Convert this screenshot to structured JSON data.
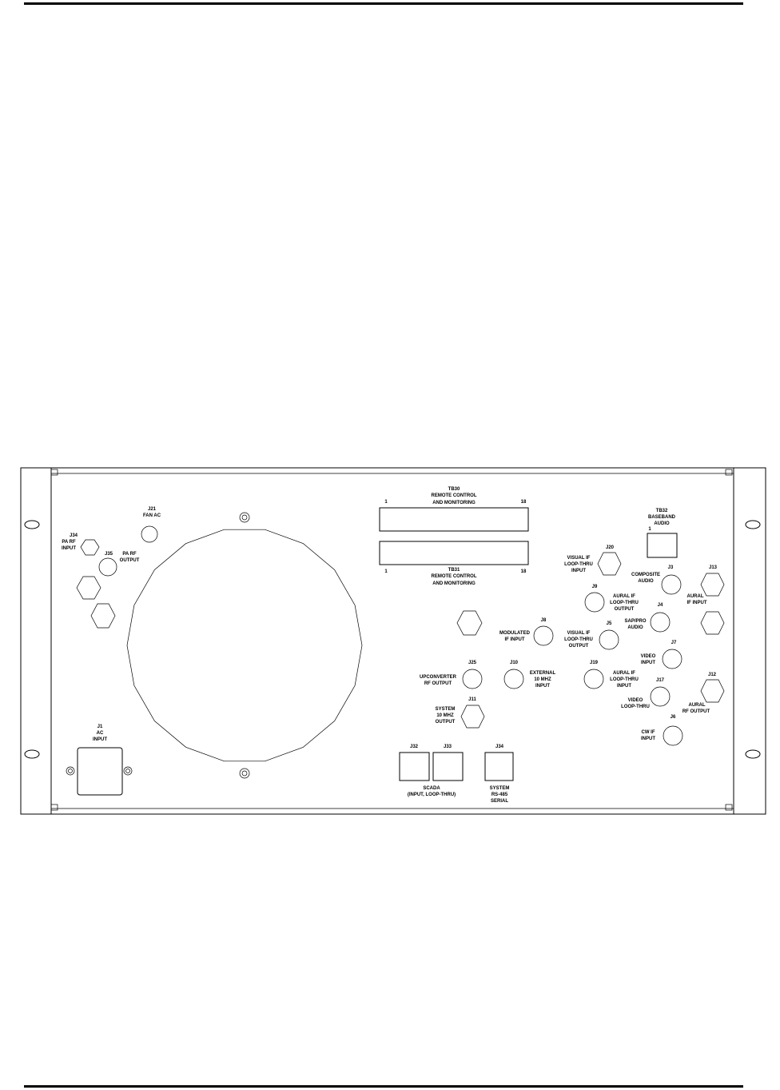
{
  "labels": {
    "tb30_title": "TB30",
    "tb30_sub1": "REMOTE CONTROL",
    "tb30_sub2": "AND MONITORING",
    "tb30_pin_left": "1",
    "tb30_pin_right": "18",
    "tb31_title": "TB31",
    "tb31_sub1": "REMOTE CONTROL",
    "tb31_sub2": "AND MONITORING",
    "tb31_pin_left": "1",
    "tb31_pin_right": "18",
    "tb32_title": "TB32",
    "tb32_sub1": "BASEBAND",
    "tb32_sub2": "AUDIO",
    "tb32_pin": "1",
    "j21_id": "J21",
    "j21_desc": "FAN AC",
    "j34_id": "J34",
    "j34_l1": "PA RF",
    "j34_l2": "INPUT",
    "j35_id": "J35",
    "j35_l1": "PA RF",
    "j35_l2": "OUTPUT",
    "j1_id": "J1",
    "j1_l1": "AC",
    "j1_l2": "INPUT",
    "j20_id": "J20",
    "j20_l1": "VISUAL IF",
    "j20_l2": "LOOP-THRU",
    "j20_l3": "INPUT",
    "j9_id": "J9",
    "j9_l1": "AURAL IF",
    "j9_l2": "LOOP-THRU",
    "j9_l3": "OUTPUT",
    "j8_id": "J8",
    "j8_l1": "MODULATED",
    "j8_l2": "IF INPUT",
    "j5_id": "J5",
    "j5_l1": "VISUAL IF",
    "j5_l2": "LOOP-THRU",
    "j5_l3": "OUTPUT",
    "j3_id": "J3",
    "j3_l1": "COMPOSITE",
    "j3_l2": "AUDIO",
    "j13_id": "J13",
    "j13_l1": "AURAL",
    "j13_l2": "IF INPUT",
    "j4_id": "J4",
    "j4_l1": "SAP/PRO",
    "j4_l2": "AUDIO",
    "j7_id": "J7",
    "j7_l1": "VIDEO",
    "j7_l2": "INPUT",
    "j25_id": "J25",
    "j25_l1": "UPCONVERTER",
    "j25_l2": "RF OUTPUT",
    "j10_id": "J10",
    "j10_l1": "EXTERNAL",
    "j10_l2": "10 MHZ",
    "j10_l3": "INPUT",
    "j19_id": "J19",
    "j19_l1": "AURAL IF",
    "j19_l2": "LOOP-THRU",
    "j19_l3": "INPUT",
    "j17_id": "J17",
    "j17_l1": "VIDEO",
    "j17_l2": "LOOP-THRU",
    "j12_id": "J12",
    "j12_l1": "AURAL",
    "j12_l2": "RF OUTPUT",
    "j11_id": "J11",
    "j11_l1": "SYSTEM",
    "j11_l2": "10 MHZ",
    "j11_l3": "OUTPUT",
    "j6_id": "J6",
    "j6_l1": "CW IF",
    "j6_l2": "INPUT",
    "j32_id": "J32",
    "j33_id": "J33",
    "j34b_id": "J34",
    "scada_l1": "SCADA",
    "scada_l2": "(INPUT, LOOP-THRU)",
    "sys_l1": "SYSTEM",
    "sys_l2": "RS-485",
    "sys_l3": "SERIAL"
  }
}
